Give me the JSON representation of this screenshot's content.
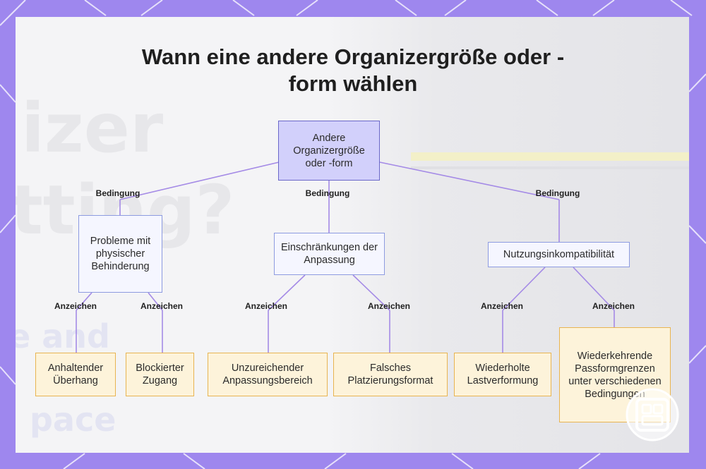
{
  "title": "Wann eine andere Organizergröße oder -form wählen",
  "root": {
    "label": "Andere Organizergröße oder -form"
  },
  "background_text": [
    "izer",
    "itting?",
    "e and",
    "pace"
  ],
  "conditions": [
    {
      "edge_label": "Bedingung",
      "label": "Probleme mit physischer Behinderung",
      "signs": [
        {
          "edge_label": "Anzeichen",
          "label": "Anhaltender Überhang"
        },
        {
          "edge_label": "Anzeichen",
          "label": "Blockierter Zugang"
        }
      ]
    },
    {
      "edge_label": "Bedingung",
      "label": "Einschränkungen der Anpassung",
      "signs": [
        {
          "edge_label": "Anzeichen",
          "label": "Unzureichender Anpassungsbereich"
        },
        {
          "edge_label": "Anzeichen",
          "label": "Falsches Platzierungsformat"
        }
      ]
    },
    {
      "edge_label": "Bedingung",
      "label": "Nutzungsinkompatibilität",
      "signs": [
        {
          "edge_label": "Anzeichen",
          "label": "Wiederholte Lastverformung"
        },
        {
          "edge_label": "Anzeichen",
          "label": "Wiederkehrende Passformgrenzen unter verschiedenen Bedingungen"
        }
      ]
    }
  ],
  "colors": {
    "frame": "#9e87ee",
    "root_fill": "#d2d0fb",
    "condition_border": "#8d9be0",
    "leaf_fill": "#fdf3da",
    "leaf_border": "#e8b451",
    "connector": "#a48ae6"
  },
  "icons": {
    "watermark": "organizer-logo-icon"
  }
}
